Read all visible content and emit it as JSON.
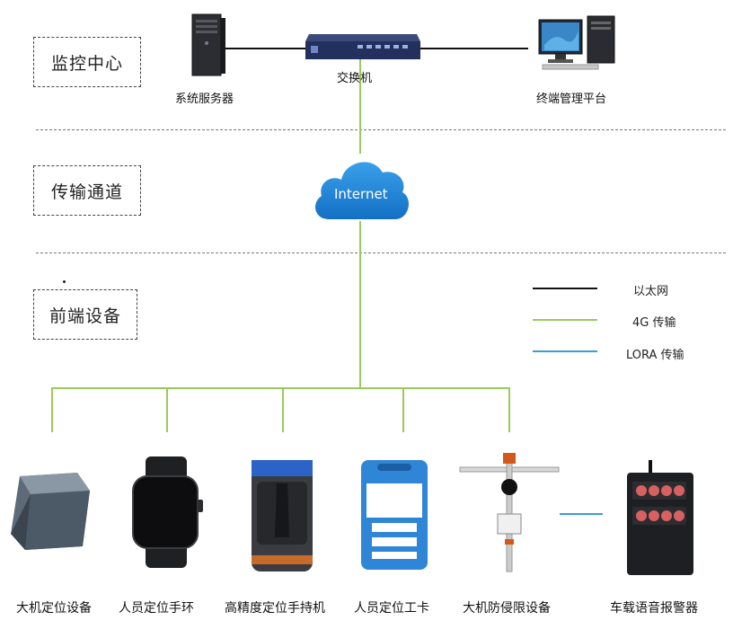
{
  "layers": {
    "monitor": "监控中心",
    "transport": "传输通道",
    "frontend": "前端设备"
  },
  "top_nodes": {
    "server": "系统服务器",
    "switch": "交换机",
    "platform": "终端管理平台"
  },
  "cloud": "Internet",
  "legend": [
    {
      "label": "以太网",
      "color": "#111111"
    },
    {
      "label": "4G 传输",
      "color": "#9acb5a"
    },
    {
      "label": "LORA 传输",
      "color": "#3a9bd5"
    }
  ],
  "devices": [
    {
      "label": "大机定位设备"
    },
    {
      "label": "人员定位手环"
    },
    {
      "label": "高精度定位手持机"
    },
    {
      "label": "人员定位工卡"
    },
    {
      "label": "大机防侵限设备"
    },
    {
      "label": "车载语音报警器"
    }
  ]
}
